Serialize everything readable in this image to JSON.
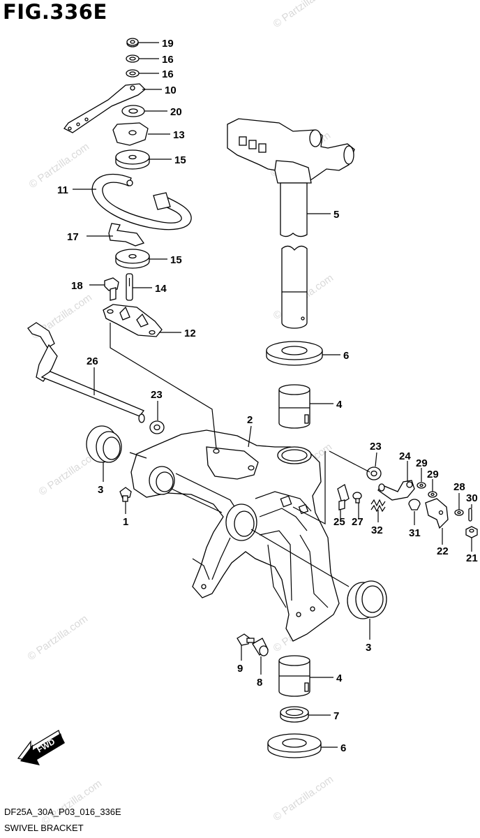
{
  "figure": {
    "title": "FIG.336E",
    "code": "DF25A_30A_P03_016_336E",
    "name": "SWIVEL BRACKET",
    "fwd_label": "FWD"
  },
  "watermark": "© Partzilla.com",
  "callouts": [
    "19",
    "16",
    "16",
    "10",
    "20",
    "13",
    "15",
    "11",
    "5",
    "17",
    "15",
    "18",
    "14",
    "12",
    "6",
    "26",
    "23",
    "4",
    "2",
    "23",
    "24",
    "29",
    "29",
    "28",
    "30",
    "3",
    "1",
    "25",
    "27",
    "32",
    "31",
    "22",
    "21",
    "3",
    "9",
    "8",
    "4",
    "7",
    "6"
  ]
}
